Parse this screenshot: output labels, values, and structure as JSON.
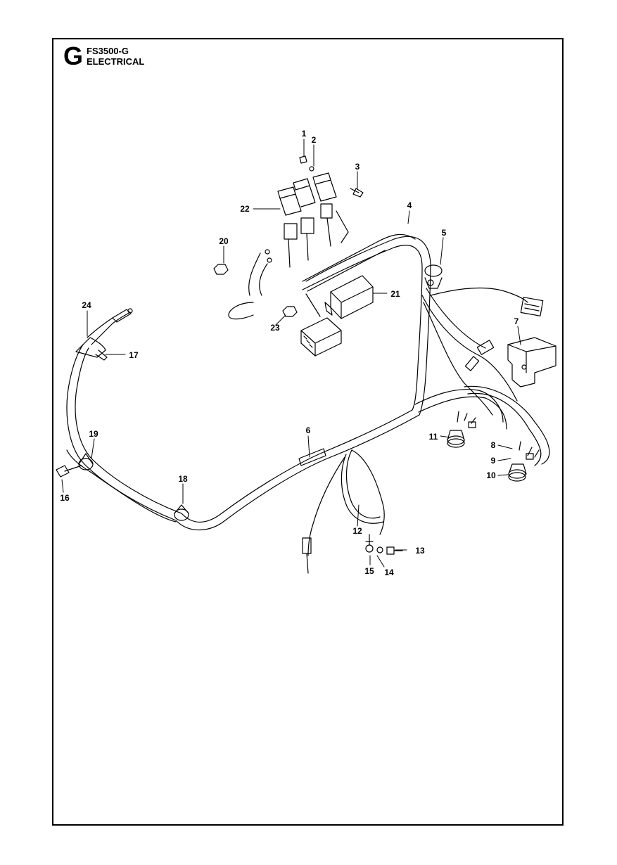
{
  "header": {
    "section_letter": "G",
    "model_code": "FS3500-G",
    "section_title": "ELECTRICAL"
  },
  "callouts": {
    "c1": "1",
    "c2": "2",
    "c3": "3",
    "c4": "4",
    "c5": "5",
    "c6": "6",
    "c7": "7",
    "c8": "8",
    "c9": "9",
    "c10": "10",
    "c11": "11",
    "c12": "12",
    "c13": "13",
    "c14": "14",
    "c15": "15",
    "c16": "16",
    "c17": "17",
    "c18": "18",
    "c19": "19",
    "c20": "20",
    "c21": "21",
    "c22": "22",
    "c23": "23",
    "c24": "24"
  }
}
